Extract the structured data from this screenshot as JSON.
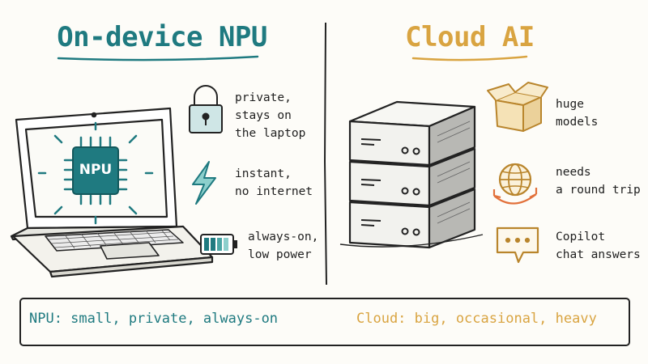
{
  "left": {
    "title": "On-device NPU",
    "chip_label": "NPU",
    "features": [
      {
        "icon": "padlock-icon",
        "text": "private,\nstays on\nthe laptop"
      },
      {
        "icon": "lightning-icon",
        "text": "instant,\nno internet"
      },
      {
        "icon": "battery-icon",
        "text": "always-on,\nlow power"
      }
    ],
    "summary": "NPU: small, private, always-on"
  },
  "right": {
    "title": "Cloud AI",
    "features": [
      {
        "icon": "box-icon",
        "text": "huge\nmodels"
      },
      {
        "icon": "globe-icon",
        "text": "needs\na round trip"
      },
      {
        "icon": "chat-bubble-icon",
        "text": "Copilot\nchat answers"
      }
    ],
    "summary": "Cloud: big, occasional, heavy"
  },
  "colors": {
    "teal": "#1f7a80",
    "gold": "#d9a441",
    "orange": "#e2703a",
    "ink": "#222222"
  }
}
